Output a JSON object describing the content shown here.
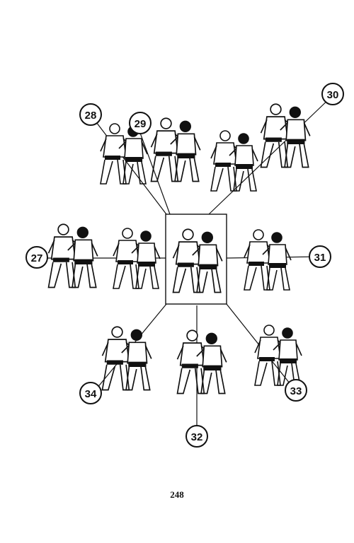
{
  "page": {
    "number": "248",
    "ink_color": "#111111",
    "paper_color": "#ffffff"
  },
  "diagram": {
    "center_label": "",
    "figures": [
      {
        "id": "center",
        "label": ""
      },
      {
        "id": "27",
        "label": "27"
      },
      {
        "id": "28",
        "label": "28"
      },
      {
        "id": "29",
        "label": "29"
      },
      {
        "id": "30",
        "label": "30"
      },
      {
        "id": "31",
        "label": "31"
      },
      {
        "id": "32",
        "label": "32"
      },
      {
        "id": "33",
        "label": "33"
      },
      {
        "id": "34",
        "label": "34"
      }
    ]
  }
}
